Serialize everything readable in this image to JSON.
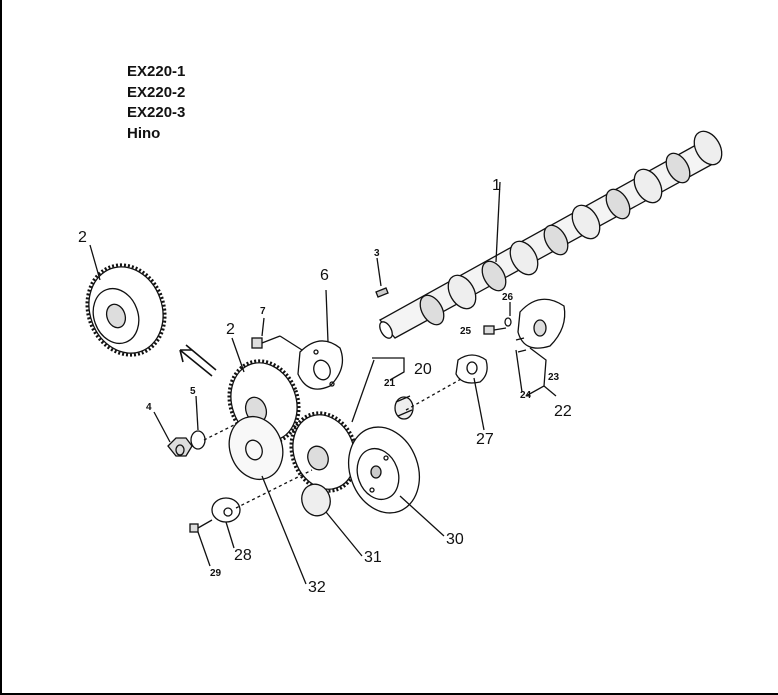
{
  "models": [
    "EX220-1",
    "EX220-2",
    "EX220-3",
    "Hino"
  ],
  "callouts": [
    "1",
    "2",
    "2",
    "3",
    "4",
    "5",
    "6",
    "7",
    "20",
    "21",
    "22",
    "23",
    "24",
    "25",
    "26",
    "27",
    "28",
    "29",
    "30",
    "31",
    "32"
  ],
  "colors": {
    "ink": "#111111",
    "background": "#ffffff"
  },
  "icons": {
    "direction_arrow": "arrow-up-left-icon"
  }
}
